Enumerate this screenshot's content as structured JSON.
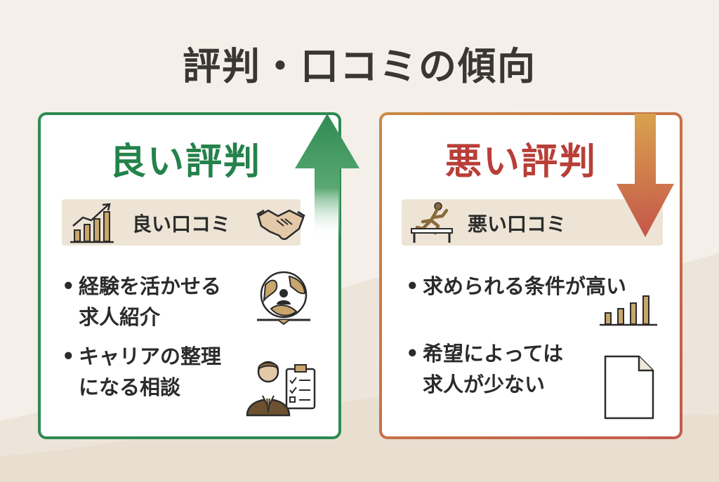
{
  "title": "評判・口コミの傾向",
  "good": {
    "heading": "良い評判",
    "sub_label": "良い口コミ",
    "items": [
      {
        "line1": "経験を活かせる",
        "line2": "求人紹介"
      },
      {
        "line1": "キャリアの整理",
        "line2": "になる相談"
      }
    ],
    "color": "#2f8a52"
  },
  "bad": {
    "heading": "悪い評判",
    "sub_label": "悪い口コミ",
    "items": [
      {
        "line1": "求められる条件が高い",
        "line2": ""
      },
      {
        "line1": "希望によっては",
        "line2": "求人が少ない"
      }
    ],
    "color": "#b83f38"
  },
  "icons": {
    "good_sub_left": "rising-bar-chart-icon",
    "good_sub_right": "handshake-icon",
    "good_item1": "globe-person-icon",
    "good_item2": "consultant-clipboard-icon",
    "bad_sub_left": "hurdle-runner-icon",
    "bad_item1": "bar-chart-icon",
    "bad_item2": "blank-document-icon"
  }
}
